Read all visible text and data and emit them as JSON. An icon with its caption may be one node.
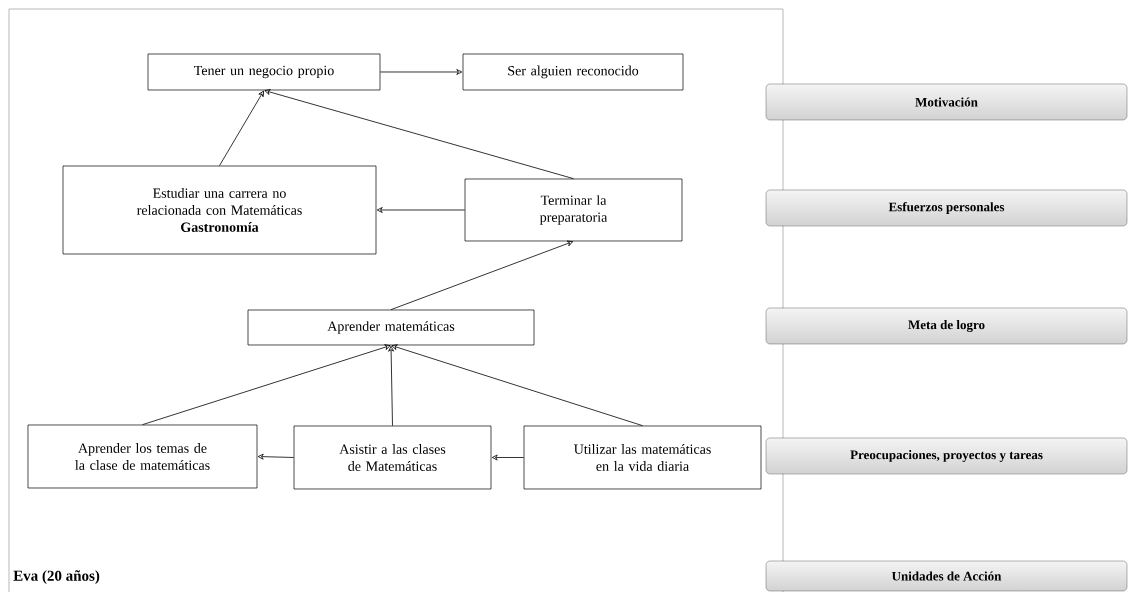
{
  "diagram": {
    "nodes": [
      {
        "text": [
          "Tener un negocio propio"
        ]
      },
      {
        "text": [
          "Ser alguien reconocido"
        ]
      },
      {
        "text": [
          "Estudiar una carrera no relacionada con Matemáticas",
          "Gastronomía"
        ]
      },
      {
        "text": [
          "Terminar la preparatoria"
        ]
      },
      {
        "text": [
          "Aprender matemáticas"
        ]
      },
      {
        "text": [
          "Aprender los temas de la clase de matemáticas"
        ]
      },
      {
        "text": [
          "Asistir a las clases de Matemáticas"
        ]
      },
      {
        "text": [
          "Utilizar las matemáticas en la vida diaria"
        ]
      },
      {
        "text": [
          "Motivación"
        ]
      },
      {
        "text": [
          "Esfuerzos personales"
        ]
      },
      {
        "text": [
          "Meta de logro"
        ]
      },
      {
        "text": [
          "Preocupaciones, proyectos y tareas"
        ]
      },
      {
        "text": [
          "Unidades de Acción"
        ]
      }
    ],
    "edges": [
      {
        "from": 0,
        "to": 1,
        "arrow": "to"
      },
      {
        "from": 2,
        "to": 0,
        "arrow": "to"
      },
      {
        "from": 3,
        "to": 0,
        "arrow": "to"
      },
      {
        "from": 3,
        "to": 2,
        "arrow": "to"
      },
      {
        "from": 4,
        "to": 3,
        "arrow": "to"
      },
      {
        "from": 5,
        "to": 4,
        "arrow": "to"
      },
      {
        "from": 6,
        "to": 4,
        "arrow": "to"
      },
      {
        "from": 7,
        "to": 4,
        "arrow": "to"
      },
      {
        "from": 6,
        "to": 5,
        "arrow": "to"
      },
      {
        "from": 7,
        "to": 6,
        "arrow": "to"
      }
    ],
    "labels": [
      "Eva (20 años)"
    ]
  }
}
